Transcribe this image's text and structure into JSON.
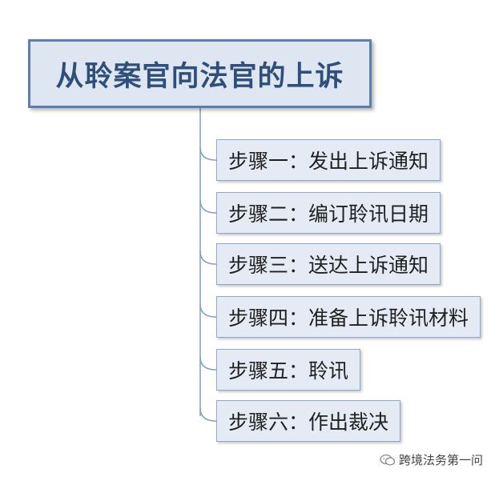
{
  "diagram": {
    "title": "从聆案官向法官的上诉",
    "steps": [
      {
        "label": "步骤一：发出上诉通知"
      },
      {
        "label": "步骤二：编订聆讯日期"
      },
      {
        "label": "步骤三：送达上诉通知"
      },
      {
        "label": "步骤四：准备上诉聆讯材料"
      },
      {
        "label": "步骤五：聆讯"
      },
      {
        "label": "步骤六：作出裁决"
      }
    ]
  },
  "watermark": {
    "text": "跨境法务第一问",
    "icon": "wechat-icon"
  },
  "colors": {
    "root_border": "#5b80ad",
    "root_fill": "#dde6f1",
    "root_text": "#2f4f7a",
    "step_border": "#8fa9c9",
    "step_fill": "#e4ebf4",
    "connector": "#7f9fc4"
  }
}
